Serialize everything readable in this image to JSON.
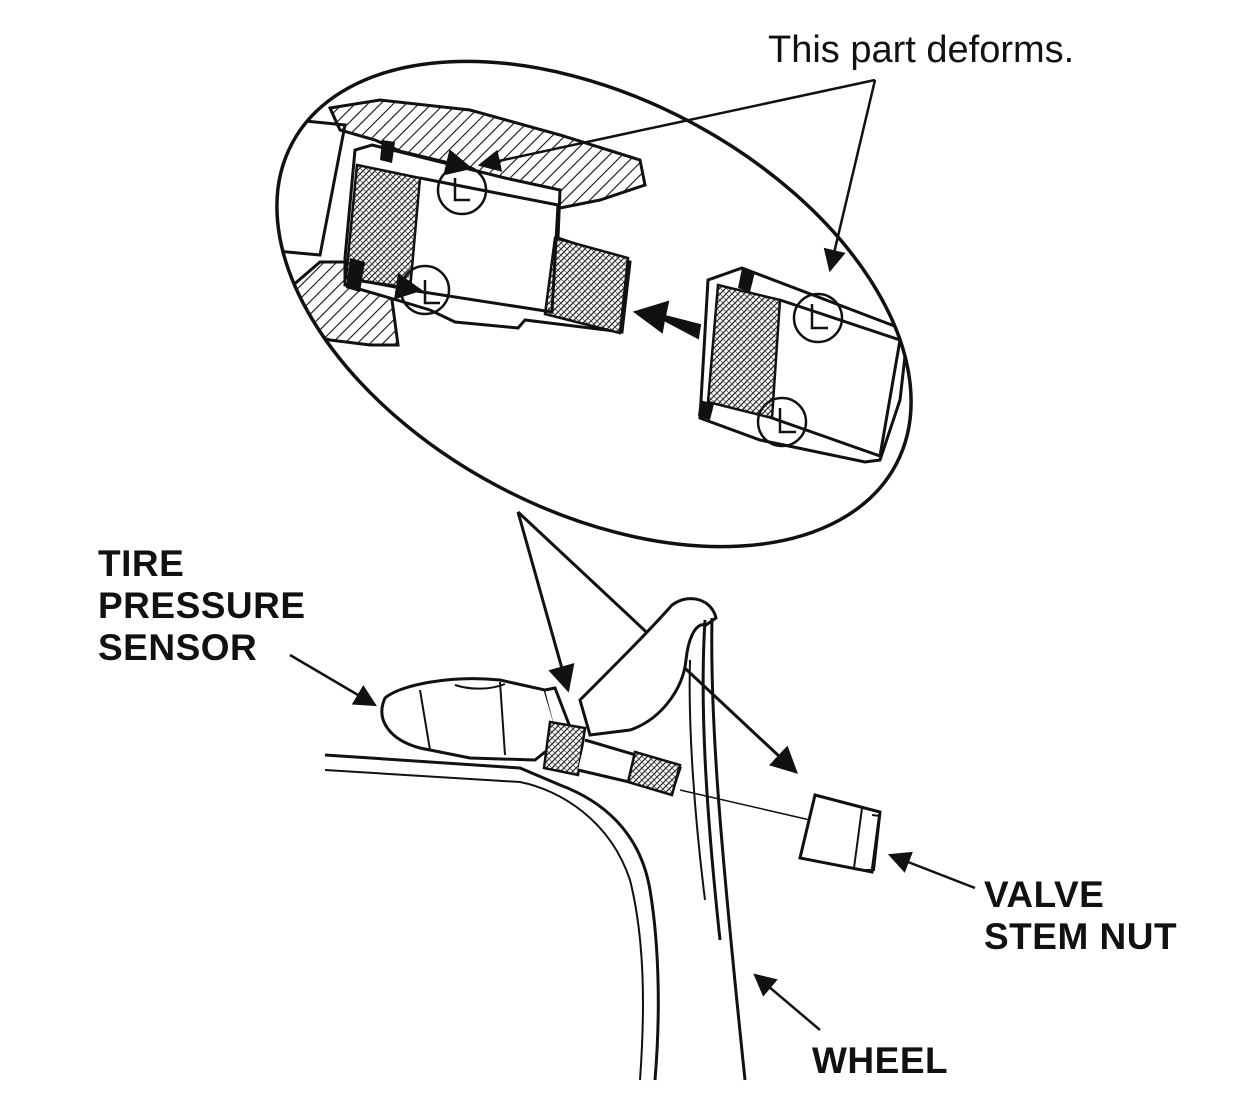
{
  "labels": {
    "deform_note": "This part deforms.",
    "tire_pressure_sensor": "TIRE\nPRESSURE\nSENSOR",
    "valve_stem_nut": "VALVE\nSTEM NUT",
    "wheel": "WHEEL"
  },
  "colors": {
    "ink": "#111111",
    "paper": "#ffffff"
  }
}
